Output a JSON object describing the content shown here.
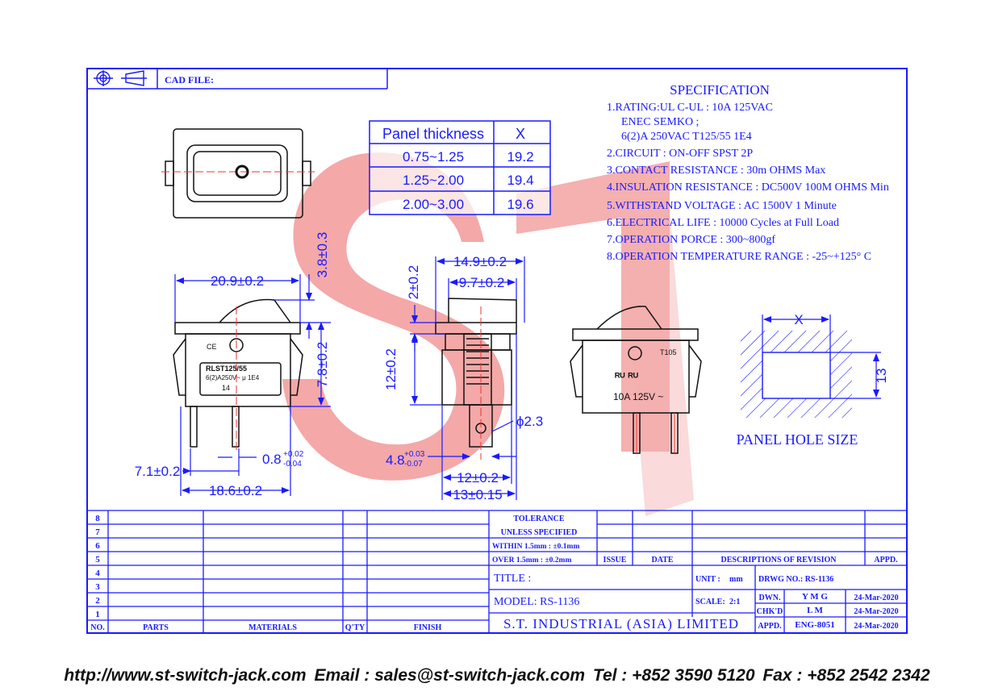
{
  "title_block": {
    "cad_file_label": "CAD FILE:",
    "tolerance_line1": "TOLERANCE",
    "tolerance_line2": "UNLESS SPECIFIED",
    "within_label": "WITHIN 1.5mm : ±0.1mm",
    "over_label": "OVER 1.5mm : ±0.2mm",
    "issue_header": "ISSUE",
    "date_header": "DATE",
    "descriptions_header": "DESCRIPTIONS OF REVISION",
    "appd_header": "APPD.",
    "title_label": "TITLE :",
    "unit_label": "UNIT :",
    "unit_value": "mm",
    "drwg_no": "DRWG NO.: RS-1136",
    "model": "MODEL: RS-1136",
    "scale_label": "SCALE:",
    "scale_value": "2:1",
    "dwn_label": "DWN.",
    "dwn_value": "Y M G",
    "dwn_date": "24-Mar-2020",
    "chkd_label": "CHK'D",
    "chkd_value": "L M",
    "chkd_date": "24-Mar-2020",
    "appd_label": "APPD.",
    "appd_value": "ENG-8051",
    "appd_date": "24-Mar-2020",
    "company": "S.T. INDUSTRIAL (ASIA) LIMITED",
    "parts_rows": [
      "8",
      "7",
      "6",
      "5",
      "4",
      "3",
      "2",
      "1"
    ],
    "parts_headers": [
      "NO.",
      "PARTS",
      "MATERIALS",
      "Q'TY",
      "FINISH"
    ]
  },
  "specification": {
    "heading": "SPECIFICATION",
    "lines": [
      "1.RATING:UL C-UL : 10A 125VAC",
      "ENEC SEMKO ;",
      "6(2)A 250VAC T125/55 1E4",
      "2.CIRCUIT : ON-OFF SPST 2P",
      "3.CONTACT RESISTANCE : 30m OHMS Max",
      "4.INSULATION RESISTANCE : DC500V 100M OHMS Min",
      "5.WITHSTAND VOLTAGE : AC 1500V 1 Minute",
      "6.ELECTRICAL LIFE : 10000 Cycles at Full Load",
      "7.OPERATION PORCE : 300~800gf",
      "8.OPERATION TEMPERATURE RANGE : -25~+125° C"
    ]
  },
  "panel_table": {
    "headers": [
      "Panel thickness",
      "X"
    ],
    "rows": [
      [
        "0.75~1.25",
        "19.2"
      ],
      [
        "1.25~2.00",
        "19.4"
      ],
      [
        "2.00~3.00",
        "19.6"
      ]
    ]
  },
  "dimensions": {
    "d_20_9": "20.9±0.2",
    "d_3_8": "3.8±0.3",
    "d_7_8": "7.8±0.2",
    "d_7_1": "7.1±0.2",
    "d_0_8": "0.8",
    "d_0_8_tol_plus": "+0.02",
    "d_0_8_tol_minus": "-0.04",
    "d_18_6": "18.6±0.2",
    "d_14_9": "14.9±0.2",
    "d_9_7": "9.7±0.2",
    "d_2": "2±0.2",
    "d_12_v": "12±0.2",
    "d_phi": "ϕ2.3",
    "d_4_8": "4.8",
    "d_4_8_tol_plus": "+0.03",
    "d_4_8_tol_minus": "-0.07",
    "d_12_h": "12±0.2",
    "d_13": "13±0.15",
    "panel_x": "X",
    "panel_13": "13",
    "panel_hole_caption": "PANEL HOLE SIZE"
  },
  "switch_markings": {
    "front_model": "RLST125/55",
    "front_rating": "6(2)A250V~ μ 1E4",
    "front_num": "14",
    "rear_code": "T105",
    "rear_rating": "10A 125V ~"
  },
  "footer": {
    "website": "http://www.st-switch-jack.com",
    "email": "Email : sales@st-switch-jack.com",
    "tel": "Tel : +852 3590 5120",
    "fax": "Fax : +852 2542 2342"
  },
  "colors": {
    "line": "#1a1aff",
    "watermark": "#e53b3b",
    "drawing": "#111111"
  }
}
